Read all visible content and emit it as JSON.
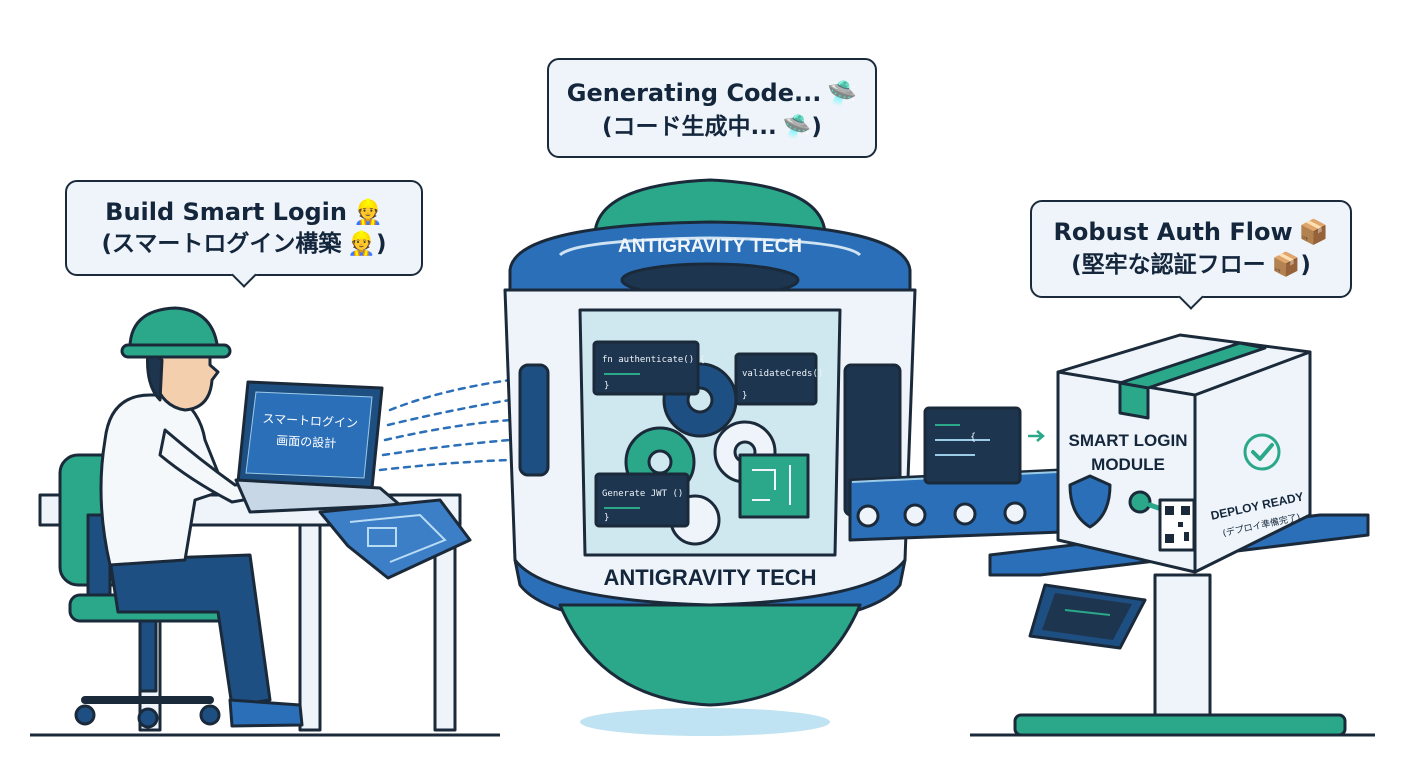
{
  "bubbles": {
    "left": {
      "line1": "Build Smart Login",
      "line2": "(スマートログイン構築",
      "line2_end": ")",
      "icon": "construction-worker-icon",
      "glyph": "👷"
    },
    "center": {
      "line1": "Generating Code...",
      "line2": "(コード生成中...",
      "line2_end": ")",
      "icon": "ufo-icon",
      "glyph": "🛸"
    },
    "right": {
      "line1": "Robust Auth Flow",
      "line2": "(堅牢な認証フロー",
      "line2_end": ")",
      "icon": "package-icon",
      "glyph": "📦"
    }
  },
  "laptop": {
    "screen_line1": "スマートログイン",
    "screen_line2": "画面の設計"
  },
  "machine": {
    "top_label": "ANTIGRAVITY TECH",
    "bottom_label": "ANTIGRAVITY TECH",
    "code_panels": [
      "fn authenticate() {",
      "validateCreds()",
      "Generate JWT ()"
    ],
    "code_panel_close": "}"
  },
  "conveyor": {
    "code_snippet": "{"
  },
  "box": {
    "title_line1": "SMART LOGIN",
    "title_line2": "MODULE",
    "status_line1": "DEPLOY READY",
    "status_line2": "(デプロイ準備完了)"
  },
  "colors": {
    "outline": "#1b2a3a",
    "teal": "#2aa889",
    "blue": "#2a6fb8",
    "navy": "#1e4f82",
    "light": "#eef4f9"
  }
}
